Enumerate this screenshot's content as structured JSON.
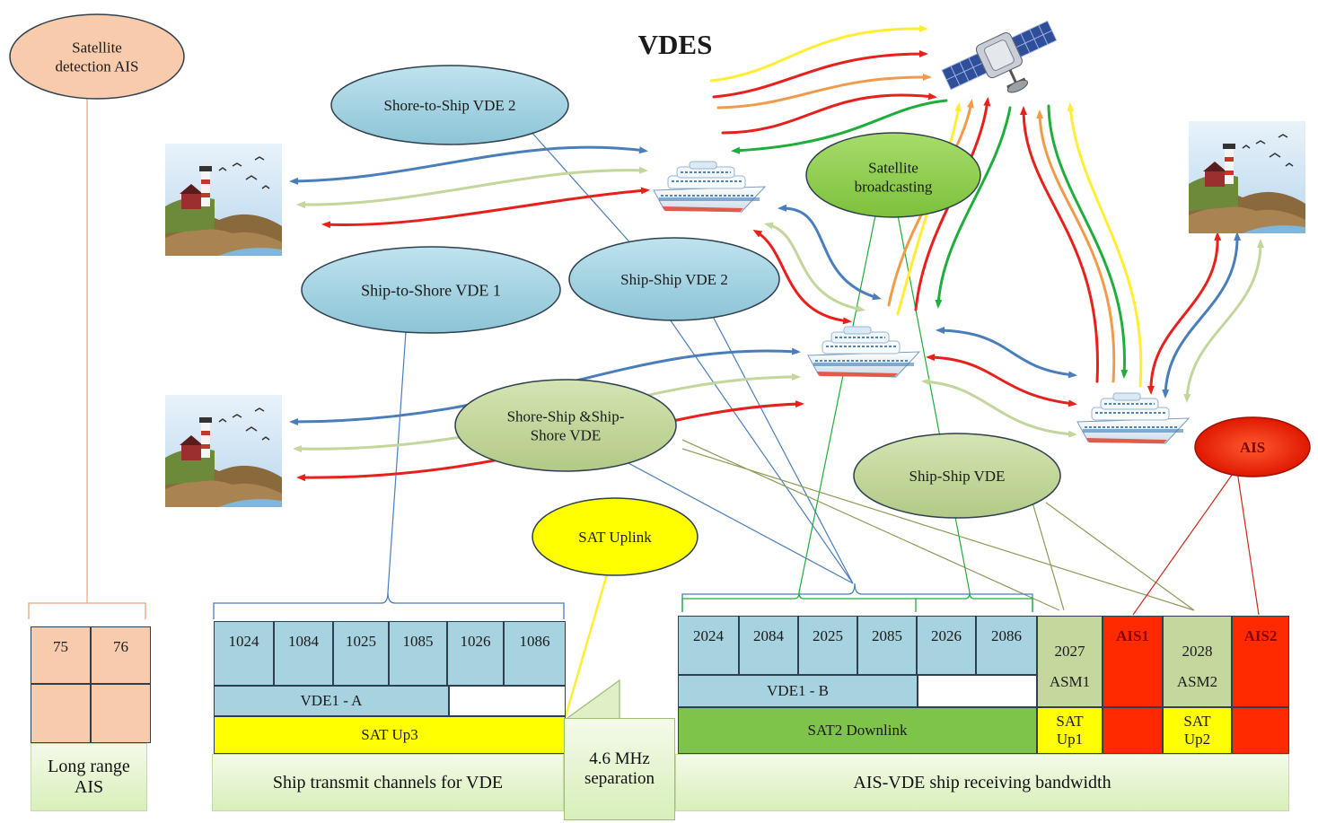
{
  "title": "VDES",
  "bubbles": {
    "sat_detection": "Satellite\ndetection AIS",
    "shore_to_ship_vde2": "Shore-to-Ship VDE 2",
    "ship_to_shore_vde1": "Ship-to-Shore VDE 1",
    "ship_ship_vde2": "Ship-Ship VDE 2",
    "satellite_broadcasting": "Satellite\nbroadcasting",
    "shore_ship_ship_shore": "Shore-Ship &Ship-\nShore VDE",
    "ship_ship_vde": "Ship-Ship VDE",
    "sat_uplink": "SAT Uplink",
    "ais": "AIS"
  },
  "left_block": {
    "channels": [
      "75",
      "76"
    ],
    "caption": "Long range\nAIS"
  },
  "transmit_block": {
    "channels": [
      "1024",
      "1084",
      "1025",
      "1085",
      "1026",
      "1086"
    ],
    "vde_label": "VDE1 - A",
    "sat_label": "SAT Up3",
    "caption": "Ship transmit channels for VDE"
  },
  "separation": "4.6 MHz\nseparation",
  "receive_block": {
    "channels": [
      "2024",
      "2084",
      "2025",
      "2085",
      "2026",
      "2086"
    ],
    "vde_label": "VDE1 - B",
    "sat_label": "SAT2 Downlink",
    "asm1_channel": "2027",
    "asm1_label": "ASM1",
    "ais1": "AIS1",
    "asm2_channel": "2028",
    "asm2_label": "ASM2",
    "ais2": "AIS2",
    "sat_up1": "SAT\nUp1",
    "sat_up2": "SAT\nUp2",
    "caption": "AIS-VDE ship receiving bandwidth"
  },
  "colors": {
    "blue_bubble": "#9fd0de",
    "green_bubble": "#c3d69b",
    "sat_green": "#92d050",
    "sat_yellow": "#ffff00",
    "ais_red": "#ff2a00",
    "peach": "#f8cbad",
    "channel_blue": "#a7d2e0",
    "asm_green": "#c4d79c",
    "arrow_blue": "#4a7ebb",
    "arrow_lightgreen": "#c3d69b",
    "arrow_red": "#e8201c",
    "arrow_orange": "#f39a4a",
    "arrow_green": "#1fae3c",
    "arrow_yellow": "#ffee33"
  },
  "icons": [
    "satellite-icon",
    "ship-icon",
    "lighthouse-icon"
  ]
}
